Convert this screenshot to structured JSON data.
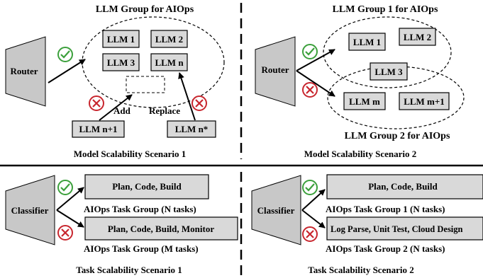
{
  "scenario1": {
    "group_title": "LLM Group for AIOps",
    "router": "Router",
    "llms": [
      "LLM 1",
      "LLM 2",
      "LLM 3",
      "LLM n"
    ],
    "add_label": "Add",
    "replace_label": "Replace",
    "new_llm": "LLM n+1",
    "replace_llm": "LLM n*",
    "caption": "Model Scalability Scenario 1"
  },
  "scenario2": {
    "group1_title": "LLM Group 1 for AIOps",
    "group2_title": "LLM Group 2 for AIOps",
    "router": "Router",
    "llms": [
      "LLM 1",
      "LLM 2",
      "LLM 3",
      "LLM m",
      "LLM m+1"
    ],
    "caption": "Model Scalability Scenario 2"
  },
  "scenario3": {
    "classifier": "Classifier",
    "task_top": "Plan, Code, Build",
    "group_top": "AIOps Task Group (N tasks)",
    "task_bottom": "Plan, Code, Build,  Monitor",
    "group_bottom": "AIOps Task Group (M tasks)",
    "caption": "Task Scalability Scenario 1"
  },
  "scenario4": {
    "classifier": "Classifier",
    "task_top": "Plan, Code, Build",
    "group_top": "AIOps Task Group 1 (N tasks)",
    "task_bottom": "Log Parse, Unit Test, Cloud Design",
    "group_bottom": "AIOps Task Group 2 (N tasks)",
    "caption": "Task Scalability Scenario 2"
  },
  "colors": {
    "box_fill": "#d9d9d9",
    "trapezoid_fill": "#c8c8c8",
    "check_green": "#3ca03c",
    "cross_red": "#c8262e"
  },
  "icons": [
    "check-circle-icon",
    "cross-circle-icon"
  ]
}
